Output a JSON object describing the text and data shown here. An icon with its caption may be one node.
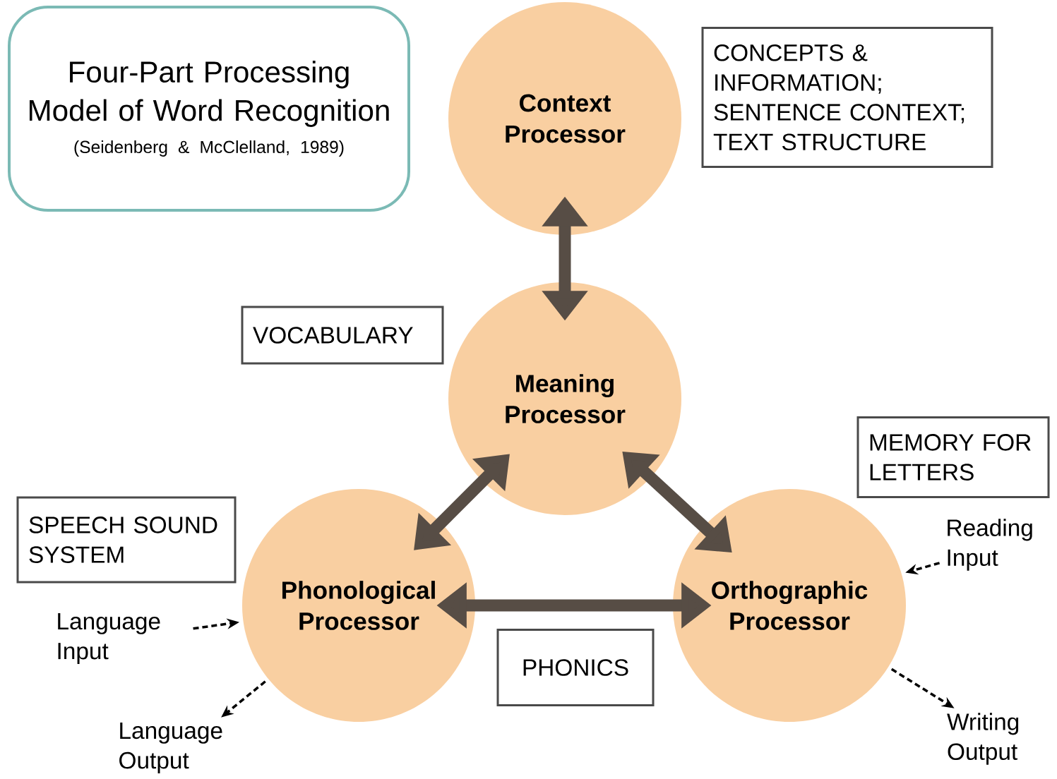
{
  "diagram": {
    "nodes": [
      {
        "text": [
          "Four-Part Processing Model of Word Recognition",
          "(Seidenberg & McClelland, 1989)"
        ]
      },
      {
        "text": [
          "Context Processor"
        ]
      },
      {
        "text": [
          "CONCEPTS & INFORMATION; SENTENCE CONTEXT; TEXT STRUCTURE"
        ]
      },
      {
        "text": [
          "VOCABULARY"
        ]
      },
      {
        "text": [
          "Meaning Processor"
        ]
      },
      {
        "text": [
          "MEMORY FOR LETTERS"
        ]
      },
      {
        "text": [
          "SPEECH SOUND SYSTEM"
        ]
      },
      {
        "text": [
          "Phonological Processor"
        ]
      },
      {
        "text": [
          "Orthographic Processor"
        ]
      },
      {
        "text": [
          "Reading Input"
        ]
      },
      {
        "text": [
          "Language Input"
        ]
      },
      {
        "text": [
          "PHONICS"
        ]
      },
      {
        "text": [
          "Language Output"
        ]
      },
      {
        "text": [
          "Writing Output"
        ]
      }
    ],
    "edges": [
      {
        "from": 1,
        "to": 4,
        "arrow": "both",
        "style": "thick",
        "color": "#574d45"
      },
      {
        "from": 4,
        "to": 7,
        "arrow": "both",
        "style": "thick",
        "color": "#574d45"
      },
      {
        "from": 4,
        "to": 8,
        "arrow": "both",
        "style": "thick",
        "color": "#574d45"
      },
      {
        "from": 7,
        "to": 8,
        "arrow": "both",
        "style": "thick",
        "color": "#574d45"
      },
      {
        "from": 10,
        "to": 7,
        "arrow": "to",
        "style": "dashed"
      },
      {
        "from": 7,
        "to": 12,
        "arrow": "to",
        "style": "dashed"
      },
      {
        "from": 9,
        "to": 8,
        "arrow": "to",
        "style": "dashed"
      },
      {
        "from": 8,
        "to": 13,
        "arrow": "to",
        "style": "dashed"
      }
    ]
  }
}
